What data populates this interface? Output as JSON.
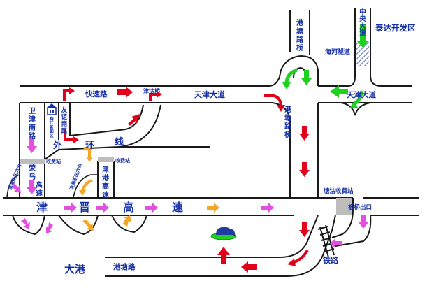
{
  "colors": {
    "road": "#1a1a1a",
    "label": "#1530a8",
    "arrow_red": "#e2001a",
    "arrow_green": "#1fd11f",
    "arrow_magenta": "#e34fe0",
    "arrow_orange": "#f5a623",
    "tollbar": "#bdbdbd",
    "hatch": "#2b4db8"
  },
  "places": {
    "taida": "泰达开发区",
    "dagang": "大港"
  },
  "roads": {
    "zhongyang": "中央大道",
    "gangtang_bridge_top": "港塘路桥",
    "haihe_tunnel": "海河隧道",
    "kuaisu": "快速路",
    "jingu_bridge": "津沽桥",
    "tianjin_avenue_mid": "天津大道",
    "tianjin_avenue_right": "天津大道",
    "gangtang_bridge_mid": "港塘路桥",
    "weijin_south": "卫津南路",
    "youyi_south": "友谊南路",
    "outer_ring_1": "外",
    "outer_ring_2": "环",
    "outer_ring_3": "线",
    "jingang_expressway": "津港高速",
    "rongwu_expressway": "荣乌高速",
    "jj_1": "津",
    "jj_2": "晋",
    "jj_3": "高",
    "jj_4": "速",
    "gangtang_road": "港塘路",
    "railway": "铁路"
  },
  "small_labels": {
    "toll_left": "收费站",
    "toll_mid": "收费站",
    "tanggu_toll": "塘沽收费站",
    "banqiao_exit": "板桥出口",
    "to_binhai_1": "滨海新区方向",
    "to_binhai_2": "滨海新区方向",
    "poi": "梅江新都区"
  }
}
